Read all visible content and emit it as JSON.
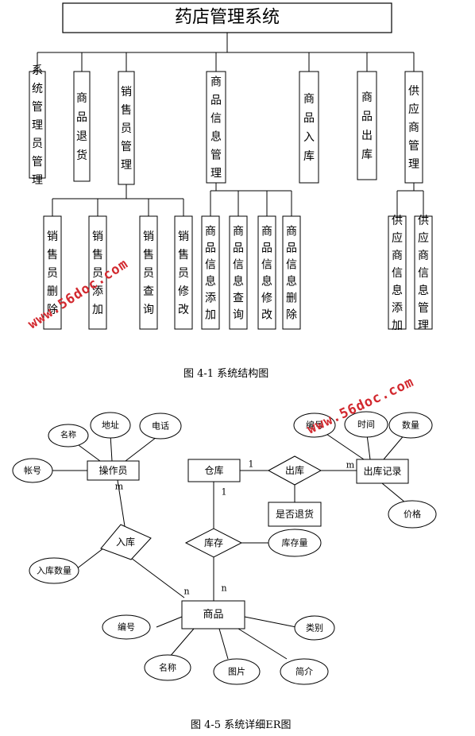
{
  "structure": {
    "root": "药店管理系统",
    "modules": [
      {
        "label": "系统管理员管理",
        "children": []
      },
      {
        "label": "商品退货",
        "children": []
      },
      {
        "label": "销售员管理",
        "children": [
          "销售员删除",
          "销售员添加",
          "销售员查询",
          "销售员修改"
        ]
      },
      {
        "label": "商品信息管理",
        "children": [
          "商品信息添加",
          "商品信息查询",
          "商品信息修改",
          "商品信息删除"
        ]
      },
      {
        "label": "商品入库",
        "children": []
      },
      {
        "label": "商品出库",
        "children": []
      },
      {
        "label": "供应商管理",
        "children": [
          "供应商信息添加",
          "供应商信息管理"
        ]
      }
    ],
    "caption": "图 4-1 系统结构图"
  },
  "er": {
    "entities": [
      "操作员",
      "仓库",
      "出库记录",
      "商品"
    ],
    "relationships": [
      "出库",
      "入库",
      "库存"
    ],
    "attributes": {
      "operator": [
        "名称",
        "地址",
        "电话",
        "帐号"
      ],
      "outbound_record": [
        "编号",
        "时间",
        "数量",
        "价格"
      ],
      "outbound_box": "是否退货",
      "inbound": "入库数量",
      "stock": "库存量",
      "goods": [
        "编号",
        "名称",
        "图片",
        "简介",
        "类别"
      ]
    },
    "cardinalities": {
      "warehouse_outbound": "1",
      "outbound_record": "m",
      "operator_inbound": "m",
      "warehouse_stock": "1",
      "inbound_goods": "n",
      "stock_goods": "n"
    },
    "caption": "图 4-5 系统详细ER图"
  },
  "watermarks": [
    "www.56doc.com",
    "www.56doc.com"
  ]
}
